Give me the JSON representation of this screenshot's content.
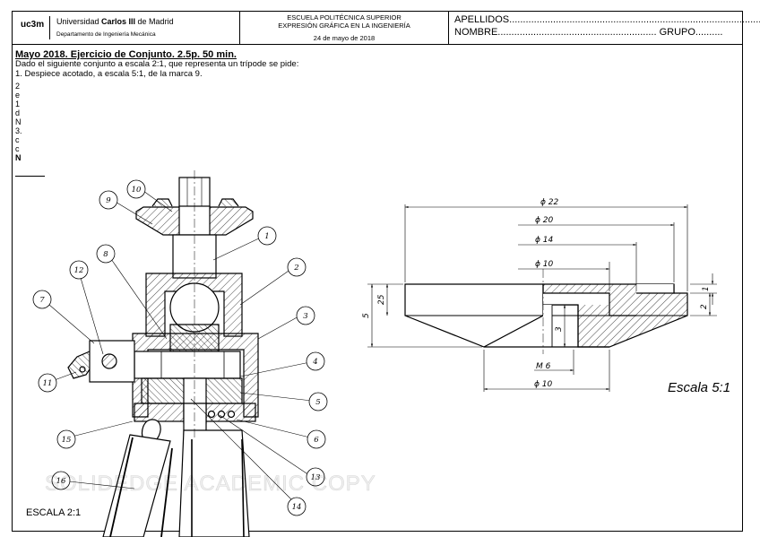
{
  "header": {
    "logo": "uc3m",
    "university_pre": "Universidad ",
    "university_bold": "Carlos III",
    "university_post": " de Madrid",
    "department": "Departamento de Ingeniería Mecánica",
    "school_line1": "ESCUELA POLITÉCNICA SUPERIOR",
    "school_line2": "EXPRESIÓN GRÁFICA EN LA INGENIERÍA",
    "date": "24 de mayo de 2018",
    "apellidos": "APELLIDOS.............................................................................................",
    "nombre": "NOMBRE.......................................................... GRUPO.........."
  },
  "exercise": {
    "title": "Mayo 2018. Ejercicio de Conjunto. 2.5p. 50 min.",
    "line1": "Dado el siguiente conjunto a escala 2:1, que representa un trípode se pide:",
    "line2": "1. Despiece acotado, a escala 5:1, de la marca 9.",
    "stack": [
      "2",
      "e",
      "1",
      "d",
      "N",
      "3.",
      "c",
      "c"
    ],
    "stack_bold": "N"
  },
  "assembly": {
    "balloons": [
      "1",
      "2",
      "3",
      "4",
      "5",
      "6",
      "7",
      "8",
      "9",
      "10",
      "11",
      "12",
      "13",
      "14",
      "15",
      "16"
    ],
    "scale": "ESCALA 2:1"
  },
  "detail": {
    "dims": {
      "d22": "ϕ 22",
      "d20": "ϕ 20",
      "d14": "ϕ 14",
      "d10": "ϕ 10",
      "m6": "M 6",
      "d10b": "ϕ 10",
      "h25": "25",
      "h5": "5",
      "h1": "1",
      "h2": "2",
      "h3": "3"
    },
    "scale": "Escala 5:1"
  },
  "watermark": "SOLIDEDGE ACADEMIC COPY"
}
